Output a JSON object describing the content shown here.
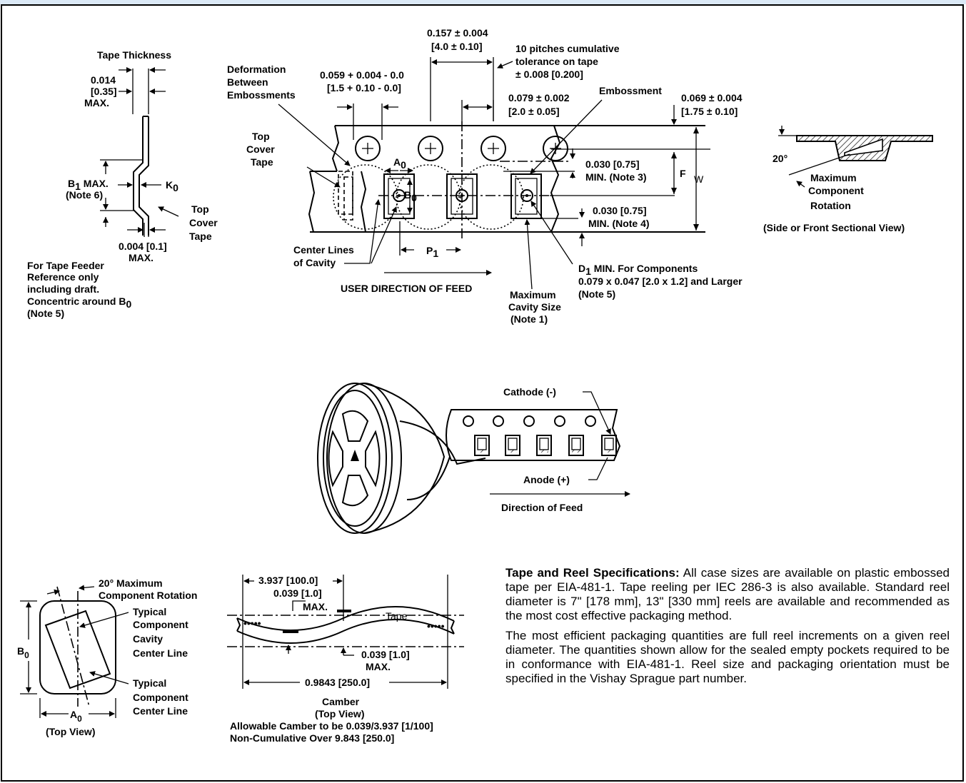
{
  "thickness": {
    "title": "Tape Thickness",
    "dim1": [
      "0.014",
      "[0.35]",
      "MAX."
    ],
    "b1": [
      "B",
      "1",
      " MAX.",
      "(Note 6)"
    ],
    "k0": [
      "K",
      "0"
    ],
    "cover": [
      "Top",
      "Cover",
      "Tape"
    ],
    "dim2": [
      "0.004 [0.1]",
      "MAX."
    ],
    "note": [
      "For Tape Feeder",
      "Reference only",
      "including draft.",
      "Concentric around B",
      "0",
      "(Note 5)"
    ]
  },
  "tape": {
    "deformation": [
      "Deformation",
      "Between",
      "Embossments"
    ],
    "top_cover": [
      "Top",
      "Cover",
      "Tape"
    ],
    "dim_hole": [
      "0.059 + 0.004 - 0.0",
      "[1.5 + 0.10 - 0.0]"
    ],
    "dim_pitch": [
      "0.157 ± 0.004",
      "[4.0 ± 0.10]"
    ],
    "cumulative": [
      "10 pitches cumulative",
      "tolerance on tape",
      "± 0.008 [0.200]"
    ],
    "dim_p2": [
      "0.079 ± 0.002",
      "[2.0 ± 0.05]"
    ],
    "embossment": "Embossment",
    "dim_e": [
      "0.069 ± 0.004",
      "[1.75 ± 0.10]"
    ],
    "note3": [
      "0.030 [0.75]",
      "MIN. (Note 3)"
    ],
    "note4": [
      "0.030 [0.75]",
      "MIN. (Note 4)"
    ],
    "f": "F",
    "w": "W",
    "a0": [
      "A",
      "0"
    ],
    "b0": [
      "B",
      "0"
    ],
    "p1": [
      "P",
      "1"
    ],
    "center_lines": [
      "Center Lines",
      "of Cavity"
    ],
    "feed": "USER DIRECTION OF FEED",
    "max_cavity": [
      "Maximum",
      "Cavity Size",
      "(Note 1)"
    ],
    "d1": [
      "D",
      "1",
      " MIN.  For Components",
      "0.079 x 0.047 [2.0 x 1.2] and Larger",
      "(Note 5)"
    ]
  },
  "side": {
    "angle": "20°",
    "label": [
      "Maximum",
      "Component",
      "Rotation"
    ],
    "caption": "(Side or Front Sectional View)"
  },
  "reel": {
    "cathode": "Cathode (-)",
    "anode": "Anode (+)",
    "feed": "Direction of Feed"
  },
  "topview": {
    "rotation": [
      "20° Maximum",
      "Component Rotation"
    ],
    "cavity_cl": [
      "Typical",
      "Component",
      "Cavity",
      "Center Line"
    ],
    "comp_cl": [
      "Typical",
      "Component",
      "Center Line"
    ],
    "b0": [
      "B",
      "0"
    ],
    "a0": [
      "A",
      "0"
    ],
    "caption": "(Top View)"
  },
  "camber": {
    "dim_len": "3.937 [100.0]",
    "dim_top": [
      "0.039 [1.0]",
      "MAX."
    ],
    "tape": "Tape",
    "dim_bot": [
      "0.039 [1.0]",
      "MAX."
    ],
    "dim_total": "0.9843 [250.0]",
    "caption": [
      "Camber",
      "(Top View)",
      "Allowable Camber to be 0.039/3.937 [1/100]",
      "Non-Cumulative Over 9.843 [250.0]"
    ]
  },
  "spec": {
    "heading": "Tape and Reel Specifications:",
    "p1": " All case sizes are available on plastic embossed tape per EIA-481-1. Tape reeling per IEC 286-3 is also available. Standard reel diameter is 7\" [178 mm], 13\" [330 mm] reels are available and recommended as the most cost effective packaging method.",
    "p2": "The most efficient packaging quantities are full reel increments on a given reel diameter. The quantities shown allow for the sealed empty pockets required to be in conformance with EIA-481-1. Reel size and packaging orientation must be specified in the Vishay Sprague part number."
  }
}
